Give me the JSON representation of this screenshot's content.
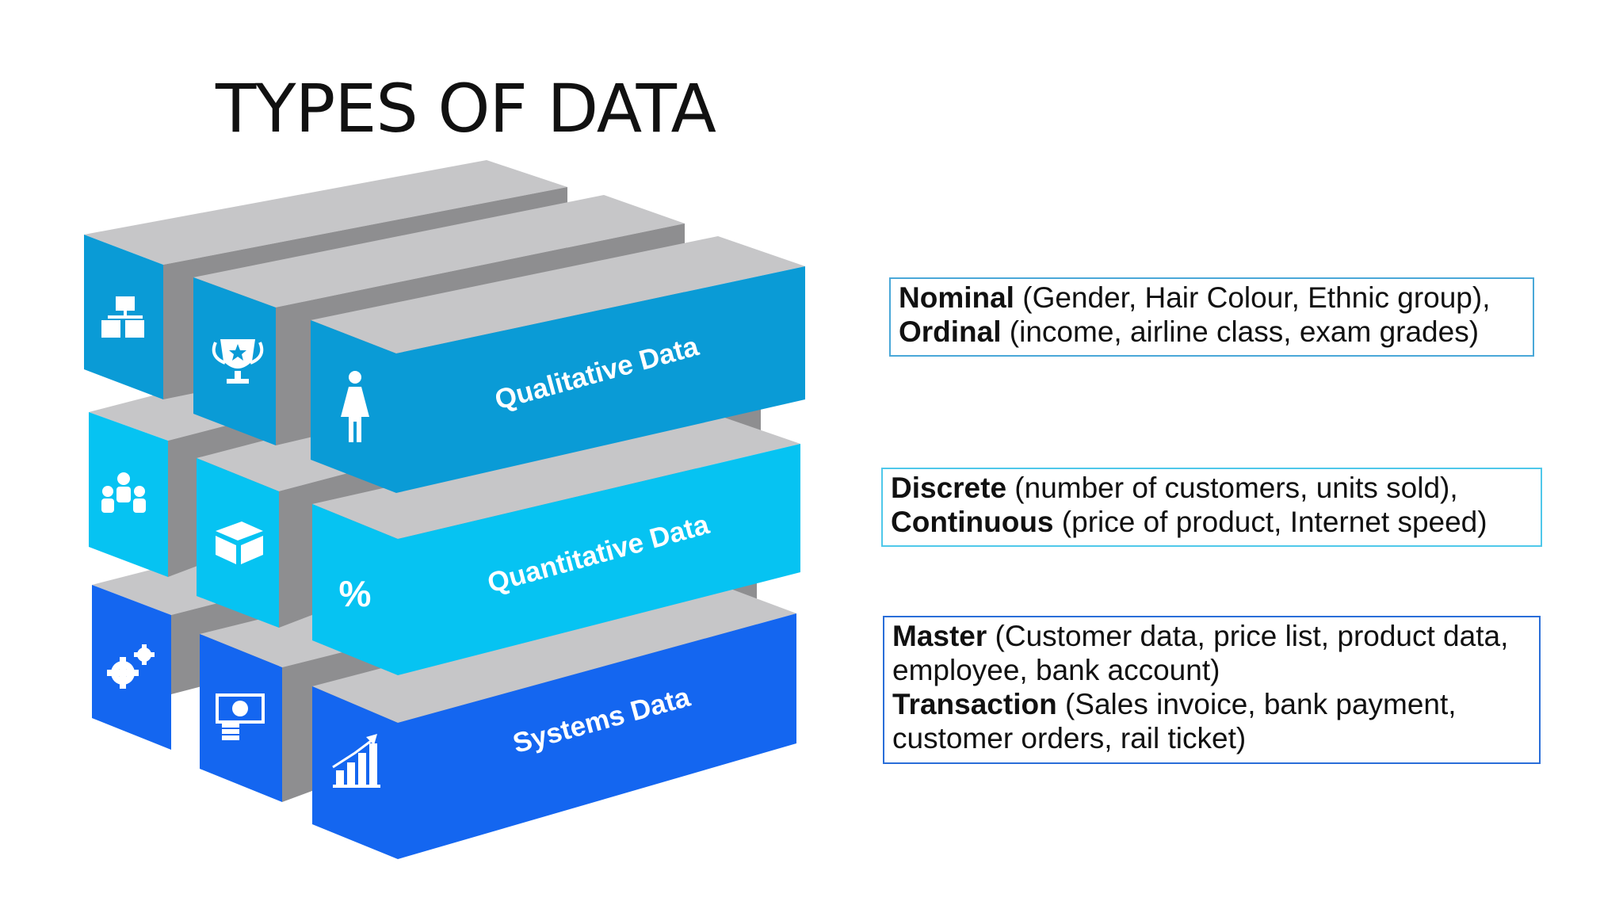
{
  "title": "TYPES OF DATA",
  "colors": {
    "qualitative": "#0a9bd6",
    "quantitative": "#06c3f2",
    "systems": "#1466f0",
    "gray_top": "#c6c6c8",
    "gray_side": "#8e8e90"
  },
  "blocks": [
    {
      "label": "Qualitative Data",
      "icons": [
        "hierarchy-icon",
        "trophy-icon",
        "person-icon"
      ]
    },
    {
      "label": "Quantitative Data",
      "icons": [
        "team-icon",
        "box-icon",
        "percent-icon"
      ]
    },
    {
      "label": "Systems Data",
      "icons": [
        "gears-icon",
        "money-icon",
        "growth-chart-icon"
      ]
    }
  ],
  "descriptions": {
    "qualitative": {
      "line1_term": "Nominal",
      "line1_text": " (Gender, Hair Colour, Ethnic group),",
      "line2_term": "Ordinal",
      "line2_text": " (income, airline class, exam grades)"
    },
    "quantitative": {
      "line1_term": "Discrete",
      "line1_text": " (number of customers, units sold),",
      "line2_term": "Continuous",
      "line2_text": " (price of product, Internet speed)"
    },
    "systems": {
      "line1_term": "Master",
      "line1_text": " (Customer data, price list, product data,",
      "line2_text": "employee, bank account)",
      "line3_term": "Transaction",
      "line3_text": " (Sales invoice, bank payment,",
      "line4_text": "customer orders, rail ticket)"
    }
  }
}
